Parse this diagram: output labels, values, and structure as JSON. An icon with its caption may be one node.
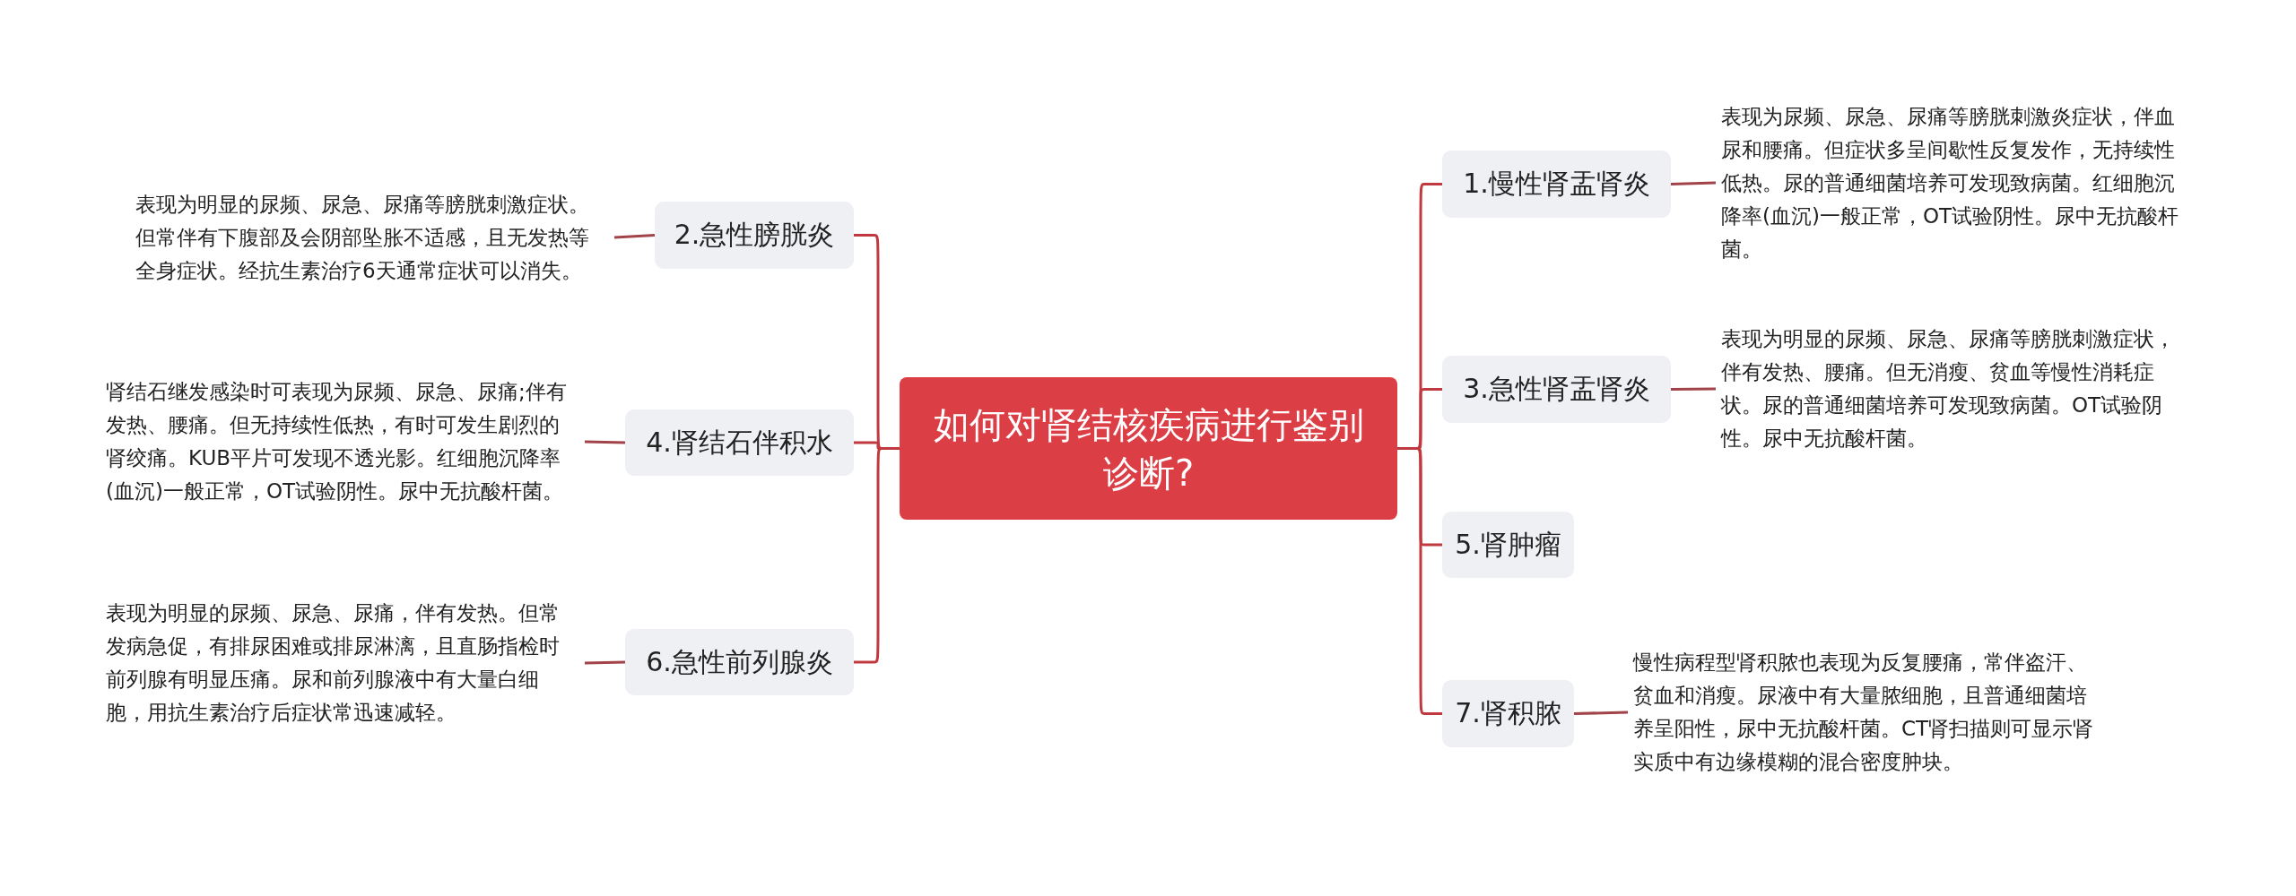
{
  "diagram": {
    "nodes": [
      {
        "text": [
          "如何对肾结核疾病进行鉴别诊断?"
        ]
      },
      {
        "text": [
          "1.慢性肾盂肾炎"
        ]
      },
      {
        "text": [
          "表现为尿频、尿急、尿痛等膀胱刺激炎症状，伴血尿和腰痛。但症状多呈间歇性反复发作，无持续性低热。尿的普通细菌培养可发现致病菌。红细胞沉降率(血沉)一般正常，OT试验阴性。尿中无抗酸杆菌。"
        ]
      },
      {
        "text": [
          "2.急性膀胱炎"
        ]
      },
      {
        "text": [
          "表现为明显的尿频、尿急、尿痛等膀胱刺激症状。但常伴有下腹部及会阴部坠胀不适感，且无发热等全身症状。经抗生素治疗6天通常症状可以消失。"
        ]
      },
      {
        "text": [
          "3.急性肾盂肾炎"
        ]
      },
      {
        "text": [
          "表现为明显的尿频、尿急、尿痛等膀胱刺激症状，伴有发热、腰痛。但无消瘦、贫血等慢性消耗症状。尿的普通细菌培养可发现致病菌。OT试验阴性。尿中无抗酸杆菌。"
        ]
      },
      {
        "text": [
          "4.肾结石伴积水"
        ]
      },
      {
        "text": [
          "肾结石继发感染时可表现为尿频、尿急、尿痛;伴有发热、腰痛。但无持续性低热，有时可发生剧烈的肾绞痛。KUB平片可发现不透光影。红细胞沉降率(血沉)一般正常，OT试验阴性。尿中无抗酸杆菌。"
        ]
      },
      {
        "text": [
          "5.肾肿瘤"
        ]
      },
      {
        "text": [
          "6.急性前列腺炎"
        ]
      },
      {
        "text": [
          "表现为明显的尿频、尿急、尿痛，伴有发热。但常发病急促，有排尿困难或排尿淋漓，且直肠指检时前列腺有明显压痛。尿和前列腺液中有大量白细胞，用抗生素治疗后症状常迅速减轻。"
        ]
      },
      {
        "text": [
          "7.肾积脓"
        ]
      },
      {
        "text": [
          "慢性病程型肾积脓也表现为反复腰痛，常伴盗汗、贫血和消瘦。尿液中有大量脓细胞，且普通细菌培养呈阳性，尿中无抗酸杆菌。CT肾扫描则可显示肾实质中有边缘模糊的混合密度肿块。"
        ]
      }
    ],
    "edges": [
      {
        "from": 0,
        "to": 1,
        "arrow": "none"
      },
      {
        "from": 1,
        "to": 2,
        "arrow": "none"
      },
      {
        "from": 0,
        "to": 3,
        "arrow": "none"
      },
      {
        "from": 3,
        "to": 4,
        "arrow": "none"
      },
      {
        "from": 0,
        "to": 5,
        "arrow": "none"
      },
      {
        "from": 5,
        "to": 6,
        "arrow": "none"
      },
      {
        "from": 0,
        "to": 7,
        "arrow": "none"
      },
      {
        "from": 7,
        "to": 8,
        "arrow": "none"
      },
      {
        "from": 0,
        "to": 9,
        "arrow": "none"
      },
      {
        "from": 0,
        "to": 10,
        "arrow": "none"
      },
      {
        "from": 10,
        "to": 11,
        "arrow": "none"
      },
      {
        "from": 0,
        "to": 12,
        "arrow": "none"
      },
      {
        "from": 12,
        "to": 13,
        "arrow": "none"
      }
    ]
  }
}
